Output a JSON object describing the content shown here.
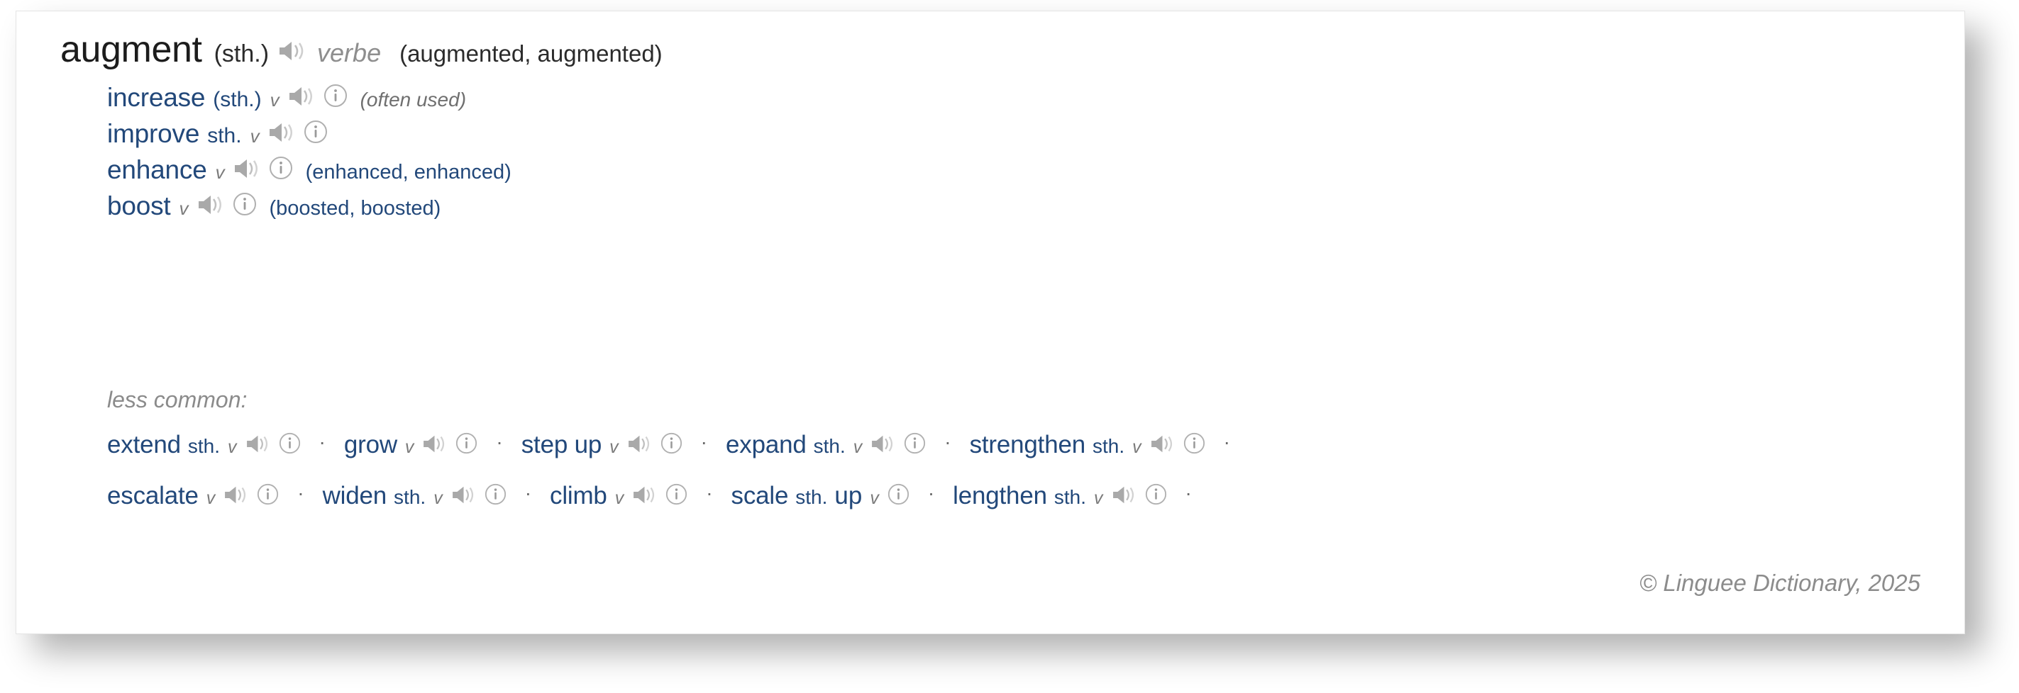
{
  "card": {
    "background": "#ffffff",
    "border_color": "#e4e4e4"
  },
  "colors": {
    "headword": "#1c1c1c",
    "translation_blue": "#22487a",
    "muted_gray": "#8b8b8b",
    "icon_gray": "#a8a8a8"
  },
  "headword": {
    "word": "augment",
    "object": "(sth.)",
    "audio_icon": "speaker-icon",
    "part_of_speech": "verbe",
    "conjugation": "(augmented, augmented)"
  },
  "translations": [
    {
      "word": "increase",
      "object": "(sth.)",
      "pos": "v",
      "audio_icon": "speaker-icon",
      "info_icon": "info-icon",
      "note": "(often used)",
      "conjugation": ""
    },
    {
      "word": "improve",
      "object": "sth.",
      "pos": "v",
      "audio_icon": "speaker-icon",
      "info_icon": "info-icon",
      "note": "",
      "conjugation": ""
    },
    {
      "word": "enhance",
      "object": "",
      "pos": "v",
      "audio_icon": "speaker-icon",
      "info_icon": "info-icon",
      "note": "",
      "conjugation": "(enhanced, enhanced)"
    },
    {
      "word": "boost",
      "object": "",
      "pos": "v",
      "audio_icon": "speaker-icon",
      "info_icon": "info-icon",
      "note": "",
      "conjugation": "(boosted, boosted)"
    }
  ],
  "ghost_fragments": [
    "·  ··   ·  ·   ··   ·        ·· ·    ·   ·      ··        · ·",
    "··  ·      ·      ·       ·      ·        ·       ·  ·      ·"
  ],
  "less_common": {
    "label": "less common:",
    "separator": "·",
    "rows": [
      [
        {
          "word": "extend",
          "object": "sth.",
          "tail": "",
          "pos": "v",
          "audio_icon": "speaker-icon",
          "info_icon": "info-icon"
        },
        {
          "word": "grow",
          "object": "",
          "tail": "",
          "pos": "v",
          "audio_icon": "speaker-icon",
          "info_icon": "info-icon"
        },
        {
          "word": "step up",
          "object": "",
          "tail": "",
          "pos": "v",
          "audio_icon": "speaker-icon",
          "info_icon": "info-icon"
        },
        {
          "word": "expand",
          "object": "sth.",
          "tail": "",
          "pos": "v",
          "audio_icon": "speaker-icon",
          "info_icon": "info-icon"
        },
        {
          "word": "strengthen",
          "object": "sth.",
          "tail": "",
          "pos": "v",
          "audio_icon": "speaker-icon",
          "info_icon": "info-icon"
        }
      ],
      [
        {
          "word": "escalate",
          "object": "",
          "tail": "",
          "pos": "v",
          "audio_icon": "speaker-icon",
          "info_icon": "info-icon"
        },
        {
          "word": "widen",
          "object": "sth.",
          "tail": "",
          "pos": "v",
          "audio_icon": "speaker-icon",
          "info_icon": "info-icon"
        },
        {
          "word": "climb",
          "object": "",
          "tail": "",
          "pos": "v",
          "audio_icon": "speaker-icon",
          "info_icon": "info-icon"
        },
        {
          "word": "scale",
          "object": "sth.",
          "tail": "up",
          "pos": "v",
          "audio_icon": "",
          "info_icon": "info-icon"
        },
        {
          "word": "lengthen",
          "object": "sth.",
          "tail": "",
          "pos": "v",
          "audio_icon": "speaker-icon",
          "info_icon": "info-icon"
        }
      ]
    ]
  },
  "footer": {
    "copyright": "© Linguee Dictionary, 2025"
  }
}
